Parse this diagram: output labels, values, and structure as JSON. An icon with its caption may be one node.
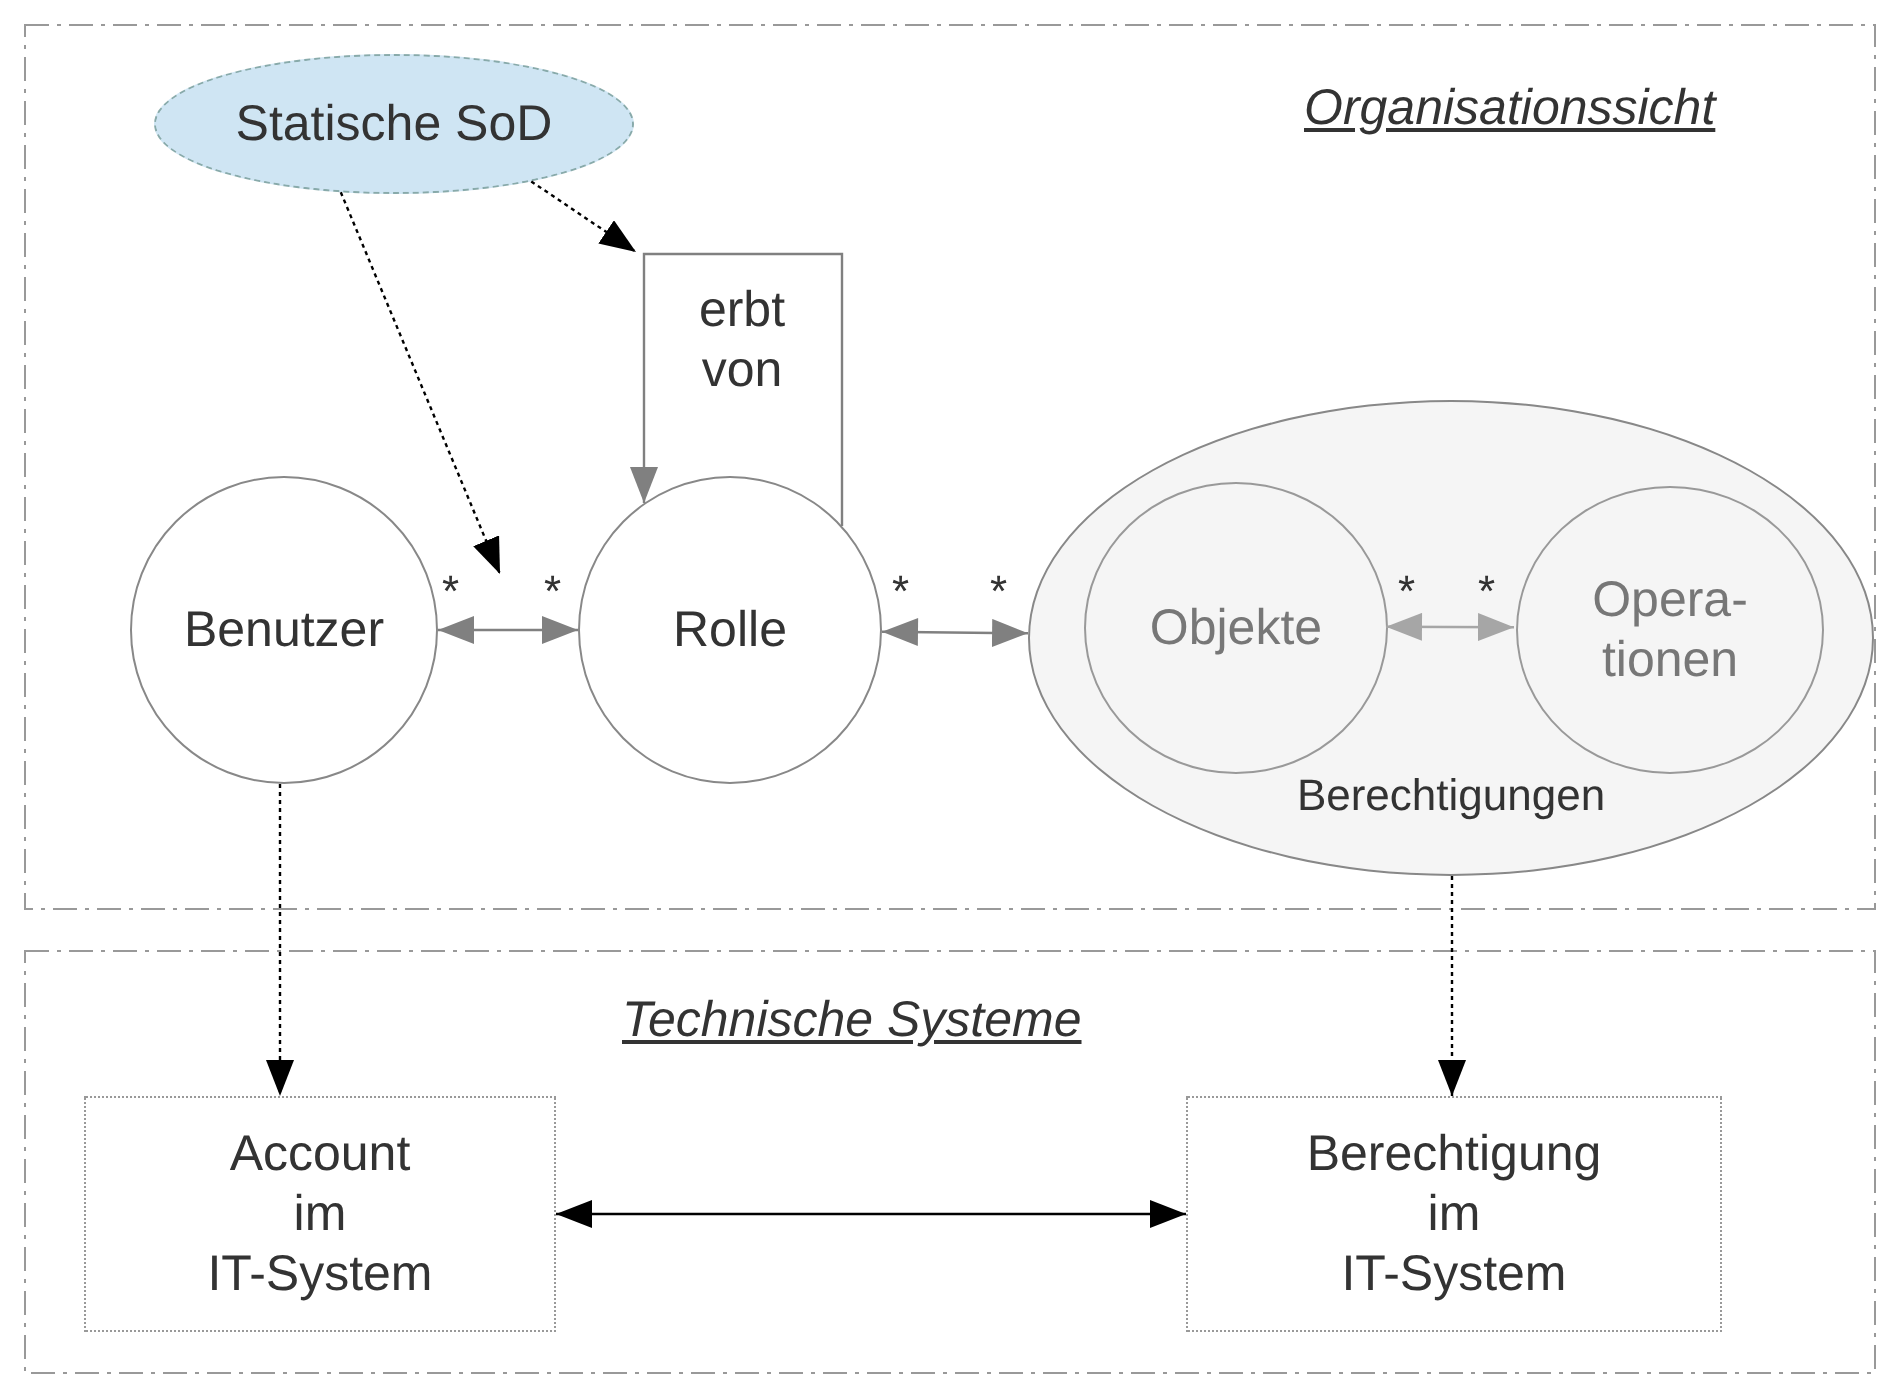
{
  "diagram": {
    "nodes": [
      {
        "text": [
          "Organisationssicht"
        ]
      },
      {
        "text": [
          "Statische SoD"
        ],
        "in": 0
      },
      {
        "text": [
          "Benutzer"
        ],
        "in": 0
      },
      {
        "text": [
          "Rolle"
        ],
        "in": 0
      },
      {
        "text": [
          "Berechtigungen"
        ],
        "in": 0
      },
      {
        "text": [
          "Objekte"
        ],
        "in": 4
      },
      {
        "text": [
          "Opera- tionen"
        ],
        "in": 4
      },
      {
        "text": [
          "Technische Systeme"
        ]
      },
      {
        "text": [
          "Account im IT-System"
        ],
        "in": 7
      },
      {
        "text": [
          "Berechtigung im IT-System"
        ],
        "in": 7
      }
    ],
    "edges": [
      {
        "from": 1,
        "to": null,
        "arrow": "to",
        "style": "dashed"
      },
      {
        "from": 1,
        "to": null,
        "arrow": "to",
        "style": "dashed"
      },
      {
        "from": 2,
        "to": 3,
        "arrow": "both",
        "color": "#808080"
      },
      {
        "from": 3,
        "to": 3,
        "arrow": "to",
        "label": "erbt von",
        "color": "#808080"
      },
      {
        "from": 3,
        "to": 4,
        "arrow": "both",
        "color": "#808080"
      },
      {
        "from": 5,
        "to": 6,
        "arrow": "both",
        "color": "#a6a6a6"
      },
      {
        "from": 2,
        "to": 8,
        "arrow": "to",
        "style": "dashed"
      },
      {
        "from": 4,
        "to": 9,
        "arrow": "to",
        "style": "dashed"
      },
      {
        "from": 8,
        "to": 9,
        "arrow": "both"
      }
    ],
    "labels": [
      "*",
      "*",
      "*",
      "*",
      "*",
      "*"
    ]
  }
}
